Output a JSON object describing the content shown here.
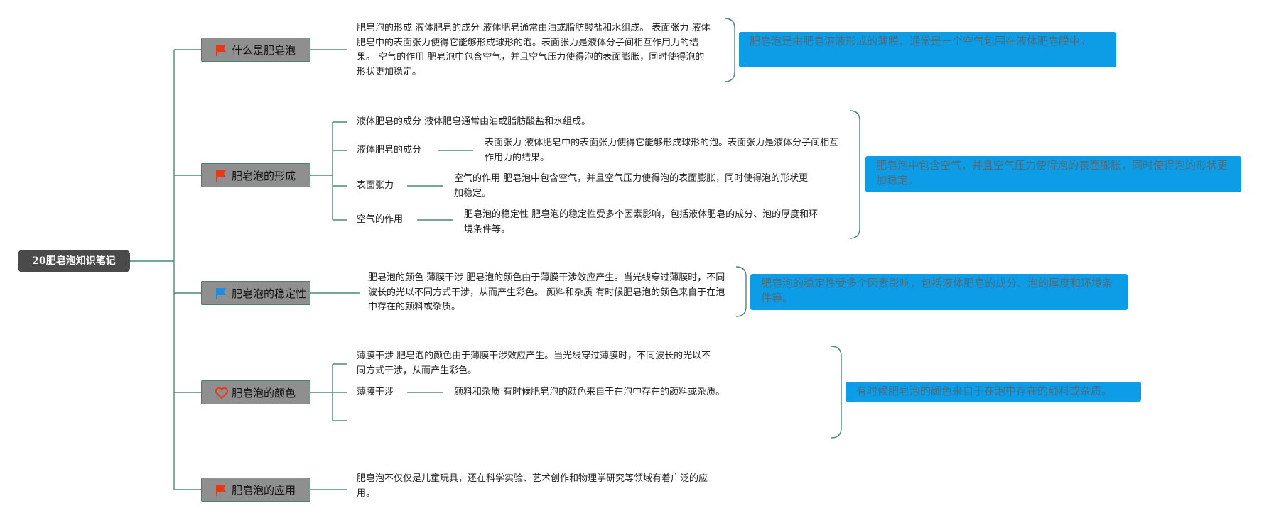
{
  "root": {
    "label": "20肥皂泡知识笔记"
  },
  "colors": {
    "root_bg": "#4a4a4a",
    "topic_bg": "#8f8f8f",
    "connector": "#4d8a72",
    "summary_bg": "#0d9ce6",
    "flag_red": "#e53a1a",
    "flag_blue": "#1e8de0",
    "heart_red": "#e53a1a"
  },
  "topics": [
    {
      "label": "什么是肥皂泡",
      "icon": "red-flag-icon",
      "text": "肥皂泡的形成 液体肥皂的成分 液体肥皂通常由油或脂肪酸盐和水组成。 表面张力 液体肥皂中的表面张力使得它能够形成球形的泡。表面张力是液体分子间相互作用力的结果。 空气的作用 肥皂泡中包含空气，并且空气压力使得泡的表面膨胀，同时使得泡的形状更加稳定。",
      "summary": "肥皂泡是由肥皂溶液形成的薄膜，通常是一个空气包围在液体肥皂膜中。"
    },
    {
      "label": "肥皂泡的形成",
      "icon": "red-flag-icon",
      "children": [
        {
          "label": "液体肥皂的成分 液体肥皂通常由油或脂肪酸盐和水组成。"
        },
        {
          "label": "液体肥皂的成分",
          "detail": "表面张力 液体肥皂中的表面张力使得它能够形成球形的泡。表面张力是液体分子间相互作用力的结果。"
        },
        {
          "label": "表面张力",
          "detail": "空气的作用 肥皂泡中包含空气，并且空气压力使得泡的表面膨胀，同时使得泡的形状更加稳定。"
        },
        {
          "label": "空气的作用",
          "detail": "肥皂泡的稳定性 肥皂泡的稳定性受多个因素影响，包括液体肥皂的成分、泡的厚度和环境条件等。"
        }
      ],
      "summary": "肥皂泡中包含空气，并且空气压力使得泡的表面膨胀，同时使得泡的形状更加稳定。"
    },
    {
      "label": "肥皂泡的稳定性",
      "icon": "blue-flag-icon",
      "text": "肥皂泡的颜色 薄膜干涉 肥皂泡的颜色由于薄膜干涉效应产生。当光线穿过薄膜时，不同波长的光以不同方式干涉，从而产生彩色。 颜料和杂质 有时候肥皂泡的颜色来自于在泡中存在的颜料或杂质。",
      "summary": "肥皂泡的稳定性受多个因素影响，包括液体肥皂的成分、泡的厚度和环境条件等。"
    },
    {
      "label": "肥皂泡的颜色",
      "icon": "heart-icon",
      "children": [
        {
          "label": "薄膜干涉 肥皂泡的颜色由于薄膜干涉效应产生。当光线穿过薄膜时，不同波长的光以不同方式干涉，从而产生彩色。"
        },
        {
          "label": "薄膜干涉",
          "detail": "颜料和杂质 有时候肥皂泡的颜色来自于在泡中存在的颜料或杂质。"
        },
        {
          "label": ""
        }
      ],
      "summary": "有时候肥皂泡的颜色来自于在泡中存在的颜料或杂质。"
    },
    {
      "label": "肥皂泡的应用",
      "icon": "red-flag-icon",
      "text": "肥皂泡不仅仅是儿童玩具，还在科学实验、艺术创作和物理学研究等领域有着广泛的应用。"
    }
  ]
}
